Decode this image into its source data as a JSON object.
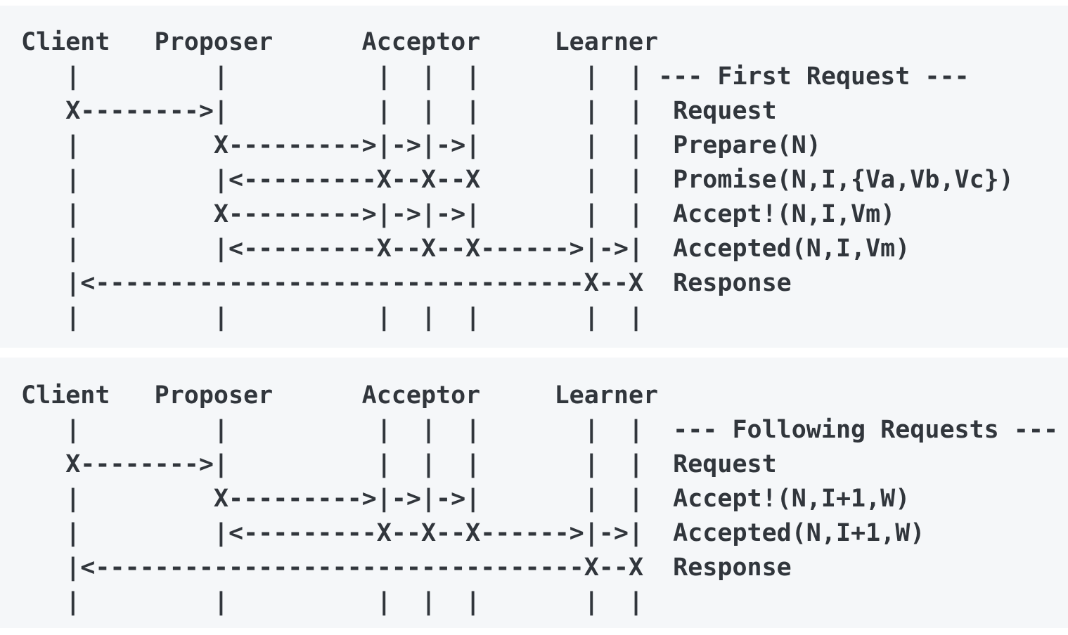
{
  "colors": {
    "page_background": "#ffffff",
    "panel_background": "#f5f7f9",
    "text": "#31363c"
  },
  "actors": [
    "Client",
    "Proposer",
    "Acceptor",
    "Learner"
  ],
  "diagrams": [
    {
      "phase_label": "--- First Request ---",
      "messages": [
        "Request",
        "Prepare(N)",
        "Promise(N,I,{Va,Vb,Vc})",
        "Accept!(N,I,Vm)",
        "Accepted(N,I,Vm)",
        "Response"
      ],
      "lines": [
        "Client   Proposer      Acceptor     Learner",
        "   |         |          |  |  |       |  | --- First Request ---",
        "   X-------->|          |  |  |       |  |  Request",
        "   |         X--------->|->|->|       |  |  Prepare(N)",
        "   |         |<---------X--X--X       |  |  Promise(N,I,{Va,Vb,Vc})",
        "   |         X--------->|->|->|       |  |  Accept!(N,I,Vm)",
        "   |         |<---------X--X--X------>|->|  Accepted(N,I,Vm)",
        "   |<---------------------------------X--X  Response",
        "   |         |          |  |  |       |  |"
      ]
    },
    {
      "phase_label": "--- Following Requests ---",
      "messages": [
        "Request",
        "Accept!(N,I+1,W)",
        "Accepted(N,I+1,W)",
        "Response"
      ],
      "lines": [
        "Client   Proposer      Acceptor     Learner",
        "   |         |          |  |  |       |  |  --- Following Requests ---",
        "   X-------->|          |  |  |       |  |  Request",
        "   |         X--------->|->|->|       |  |  Accept!(N,I+1,W)",
        "   |         |<---------X--X--X------>|->|  Accepted(N,I+1,W)",
        "   |<---------------------------------X--X  Response",
        "   |         |          |  |  |       |  |"
      ]
    }
  ]
}
